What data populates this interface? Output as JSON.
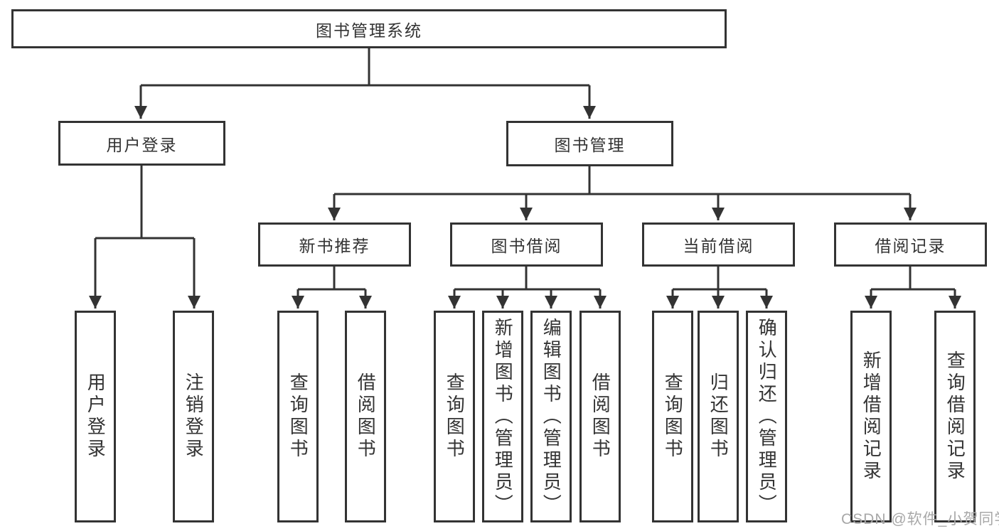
{
  "tree": {
    "root": "图书管理系统",
    "user_login": {
      "label": "用户登录",
      "children": [
        "用户登录",
        "注销登录"
      ]
    },
    "book_mgmt": {
      "label": "图书管理",
      "sections": [
        {
          "label": "新书推荐",
          "children": [
            "查询图书",
            "借阅图书"
          ]
        },
        {
          "label": "图书借阅",
          "children": [
            "查询图书",
            "新增图书（管理员）",
            "编辑图书（管理员）",
            "借阅图书"
          ]
        },
        {
          "label": "当前借阅",
          "children": [
            "查询图书",
            "归还图书",
            "确认归还（管理员）"
          ]
        },
        {
          "label": "借阅记录",
          "children": [
            "新增借阅记录",
            "查询借阅记录"
          ]
        }
      ]
    }
  },
  "colors": {
    "line": "#333333",
    "box_border": "#333333",
    "text": "#333333",
    "watermark": "#a8a8a8",
    "background": "#ffffff"
  },
  "watermark": "CSDN @软件_小贺同学"
}
